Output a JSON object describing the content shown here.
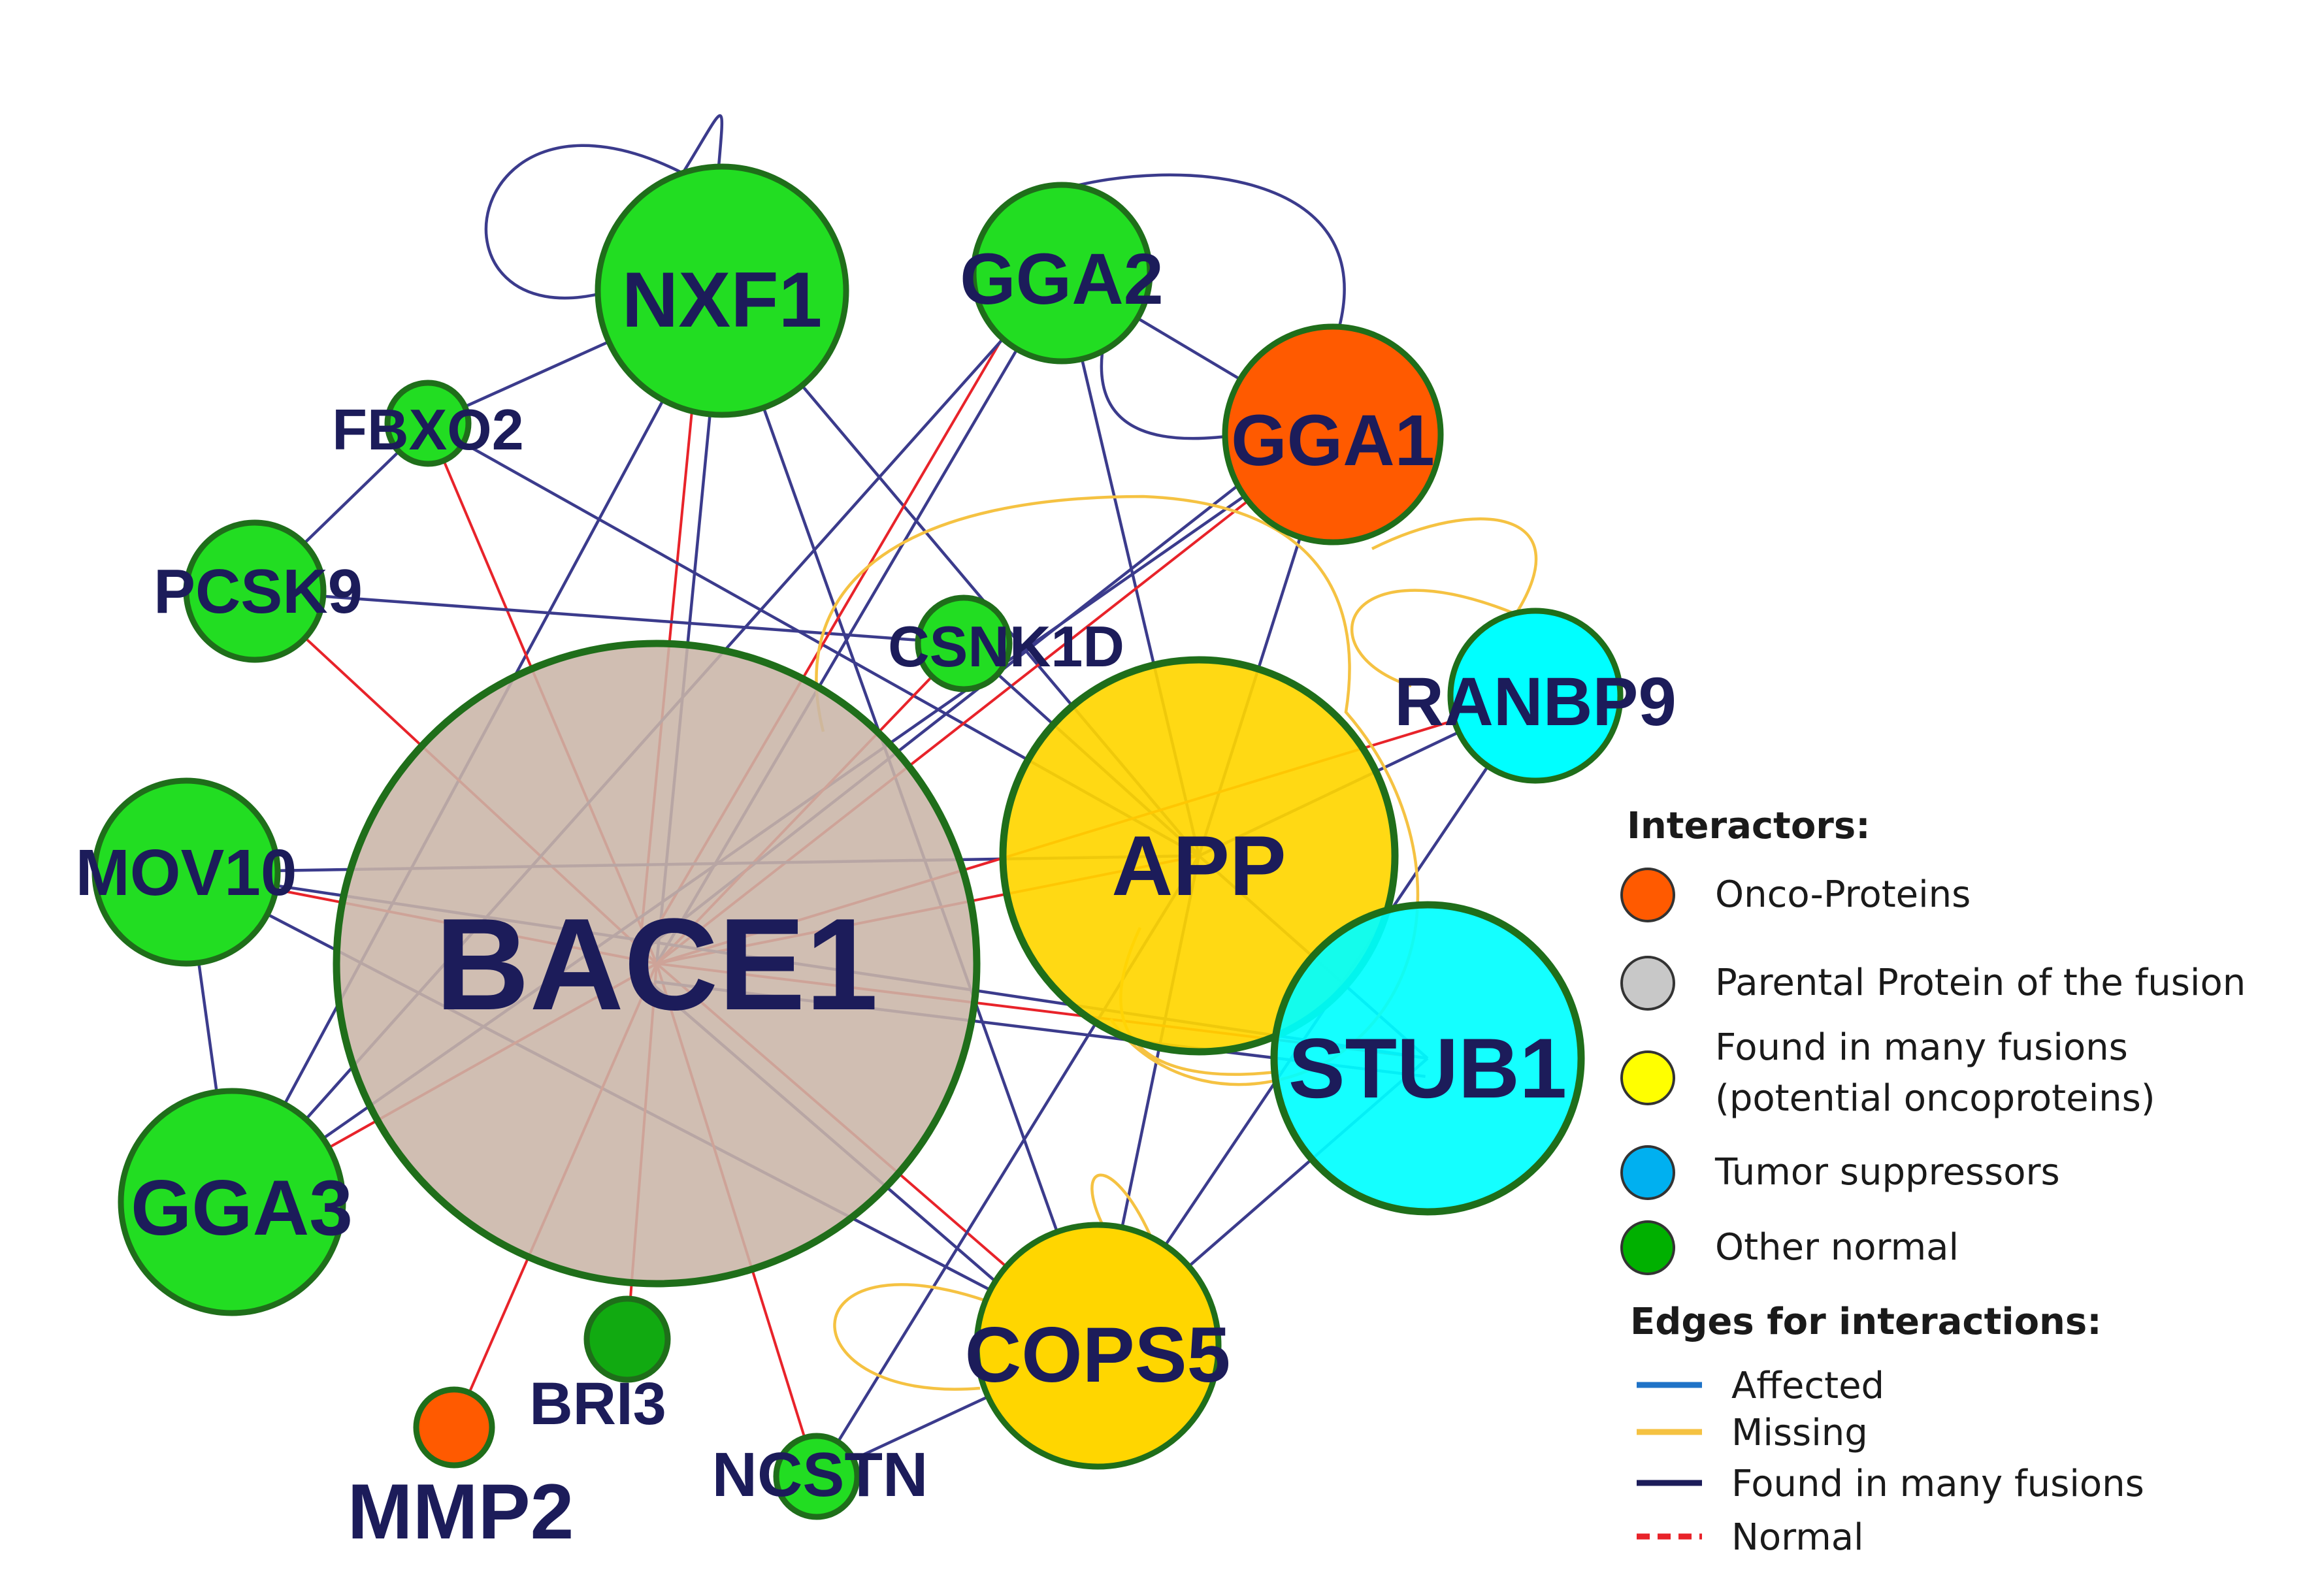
{
  "colors": {
    "node_stroke": "#1f6e1a",
    "label": "#1c1c5a",
    "found_edge": "#3b3b8c",
    "normal_edge": "#e8232a",
    "missing_edge": "#f5c242",
    "affected_edge": "#1f73c7"
  },
  "nodes": [
    {
      "id": "BACE1",
      "label": "BACE1",
      "category": "parental",
      "fill": "#c9b5a7"
    },
    {
      "id": "APP",
      "label": "APP",
      "category": "found_many",
      "fill": "#ffd600"
    },
    {
      "id": "STUB1",
      "label": "STUB1",
      "category": "tumor_suppressor",
      "fill": "#00ffff"
    },
    {
      "id": "COPS5",
      "label": "COPS5",
      "category": "found_many",
      "fill": "#ffd600"
    },
    {
      "id": "NXF1",
      "label": "NXF1",
      "category": "other_normal",
      "fill": "#22dd22"
    },
    {
      "id": "GGA2",
      "label": "GGA2",
      "category": "other_normal",
      "fill": "#22dd22"
    },
    {
      "id": "GGA1",
      "label": "GGA1",
      "category": "onco",
      "fill": "#ff5a00"
    },
    {
      "id": "RANBP9",
      "label": "RANBP9",
      "category": "tumor_suppressor",
      "fill": "#00ffff"
    },
    {
      "id": "FBXO2",
      "label": "FBXO2",
      "category": "other_normal",
      "fill": "#22dd22"
    },
    {
      "id": "PCSK9",
      "label": "PCSK9",
      "category": "other_normal",
      "fill": "#22dd22"
    },
    {
      "id": "CSNK1D",
      "label": "CSNK1D",
      "category": "other_normal",
      "fill": "#22dd22"
    },
    {
      "id": "MOV10",
      "label": "MOV10",
      "category": "other_normal",
      "fill": "#22dd22"
    },
    {
      "id": "GGA3",
      "label": "GGA3",
      "category": "other_normal",
      "fill": "#22dd22"
    },
    {
      "id": "BRI3",
      "label": "BRI3",
      "category": "other_normal",
      "fill": "#11aa11"
    },
    {
      "id": "MMP2",
      "label": "MMP2",
      "category": "onco",
      "fill": "#ff5a00"
    },
    {
      "id": "NCSTN",
      "label": "NCSTN",
      "category": "other_normal",
      "fill": "#22dd22"
    }
  ],
  "edges": [
    {
      "source": "NXF1",
      "target": "FBXO2",
      "type": "found"
    },
    {
      "source": "NXF1",
      "target": "BACE1",
      "type": "found"
    },
    {
      "source": "NXF1",
      "target": "BACE1",
      "type": "normal"
    },
    {
      "source": "NXF1",
      "target": "APP",
      "type": "found"
    },
    {
      "source": "NXF1",
      "target": "COPS5",
      "type": "found"
    },
    {
      "source": "NXF1",
      "target": "GGA3",
      "type": "found"
    },
    {
      "source": "FBXO2",
      "target": "PCSK9",
      "type": "found"
    },
    {
      "source": "FBXO2",
      "target": "BACE1",
      "type": "normal"
    },
    {
      "source": "FBXO2",
      "target": "APP",
      "type": "found"
    },
    {
      "source": "PCSK9",
      "target": "BACE1",
      "type": "normal"
    },
    {
      "source": "PCSK9",
      "target": "CSNK1D",
      "type": "found"
    },
    {
      "source": "GGA2",
      "target": "GGA1",
      "type": "found"
    },
    {
      "source": "GGA2",
      "target": "APP",
      "type": "found"
    },
    {
      "source": "GGA2",
      "target": "BACE1",
      "type": "found"
    },
    {
      "source": "GGA2",
      "target": "BACE1",
      "type": "normal"
    },
    {
      "source": "GGA2",
      "target": "GGA3",
      "type": "found"
    },
    {
      "source": "GGA1",
      "target": "APP",
      "type": "found"
    },
    {
      "source": "GGA1",
      "target": "BACE1",
      "type": "normal"
    },
    {
      "source": "GGA1",
      "target": "BACE1",
      "type": "found"
    },
    {
      "source": "GGA1",
      "target": "GGA3",
      "type": "found"
    },
    {
      "source": "CSNK1D",
      "target": "BACE1",
      "type": "normal"
    },
    {
      "source": "CSNK1D",
      "target": "APP",
      "type": "found"
    },
    {
      "source": "APP",
      "target": "BACE1",
      "type": "normal"
    },
    {
      "source": "APP",
      "target": "STUB1",
      "type": "found"
    },
    {
      "source": "APP",
      "target": "COPS5",
      "type": "found"
    },
    {
      "source": "APP",
      "target": "RANBP9",
      "type": "found"
    },
    {
      "source": "APP",
      "target": "MOV10",
      "type": "found"
    },
    {
      "source": "RANBP9",
      "target": "BACE1",
      "type": "normal"
    },
    {
      "source": "RANBP9",
      "target": "COPS5",
      "type": "found"
    },
    {
      "source": "STUB1",
      "target": "BACE1",
      "type": "normal"
    },
    {
      "source": "STUB1",
      "target": "COPS5",
      "type": "found"
    },
    {
      "source": "STUB1",
      "target": "MOV10",
      "type": "found"
    },
    {
      "source": "COPS5",
      "target": "BACE1",
      "type": "normal"
    },
    {
      "source": "COPS5",
      "target": "NCSTN",
      "type": "found"
    },
    {
      "source": "COPS5",
      "target": "MOV10",
      "type": "found"
    },
    {
      "source": "MOV10",
      "target": "BACE1",
      "type": "normal"
    },
    {
      "source": "MOV10",
      "target": "GGA3",
      "type": "found"
    },
    {
      "source": "GGA3",
      "target": "BACE1",
      "type": "normal"
    },
    {
      "source": "BACE1",
      "target": "MMP2",
      "type": "normal"
    },
    {
      "source": "BACE1",
      "target": "BRI3",
      "type": "normal"
    },
    {
      "source": "BACE1",
      "target": "NCSTN",
      "type": "normal"
    },
    {
      "source": "NCSTN",
      "target": "APP",
      "type": "found"
    },
    {
      "source": "BACE1",
      "target": "COPS5",
      "type": "found"
    },
    {
      "source": "BACE1",
      "target": "STUB1",
      "type": "found"
    }
  ],
  "loops": [
    {
      "node": "NXF1",
      "type": "found"
    },
    {
      "node": "GGA2",
      "type": "found"
    },
    {
      "node": "APP",
      "type": "missing"
    },
    {
      "node": "RANBP9",
      "type": "missing"
    },
    {
      "node": "COPS5",
      "type": "missing"
    },
    {
      "node": "STUB1",
      "type": "missing"
    }
  ],
  "legend": {
    "interactors_title": "Interactors:",
    "node_items": [
      {
        "label": "Onco-Proteins",
        "color": "#ff5a00"
      },
      {
        "label": "Parental Protein of the fusion",
        "color": "#c8c8c8"
      },
      {
        "label": "Found in many fusions",
        "label2": "(potential oncoproteins)",
        "color": "#ffff00"
      },
      {
        "label": "Tumor suppressors",
        "color": "#00b0f0"
      },
      {
        "label": "Other normal",
        "color": "#00b000"
      }
    ],
    "edges_title": "Edges for interactions:",
    "edge_items": [
      {
        "label": "Affected",
        "color": "#1f73c7",
        "dashed": false
      },
      {
        "label": "Missing",
        "color": "#f5c242",
        "dashed": false
      },
      {
        "label": "Found in many fusions",
        "color": "#1c1c5a",
        "dashed": false
      },
      {
        "label": "Normal",
        "color": "#e8232a",
        "dashed": true
      }
    ]
  }
}
